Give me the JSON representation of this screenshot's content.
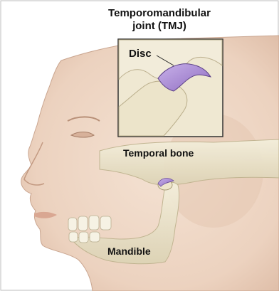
{
  "title": {
    "line1": "Temporomandibular",
    "line2": "joint (TMJ)"
  },
  "labels": {
    "disc": "Disc",
    "temporal_bone": "Temporal bone",
    "mandible": "Mandible"
  },
  "colors": {
    "skin": "#eed6c4",
    "skin_shadow": "#d9b9a4",
    "bone": "#ede6cf",
    "bone_shadow": "#c9bfa0",
    "disc": "#a98bd2",
    "border": "#333333",
    "background": "#ffffff"
  }
}
